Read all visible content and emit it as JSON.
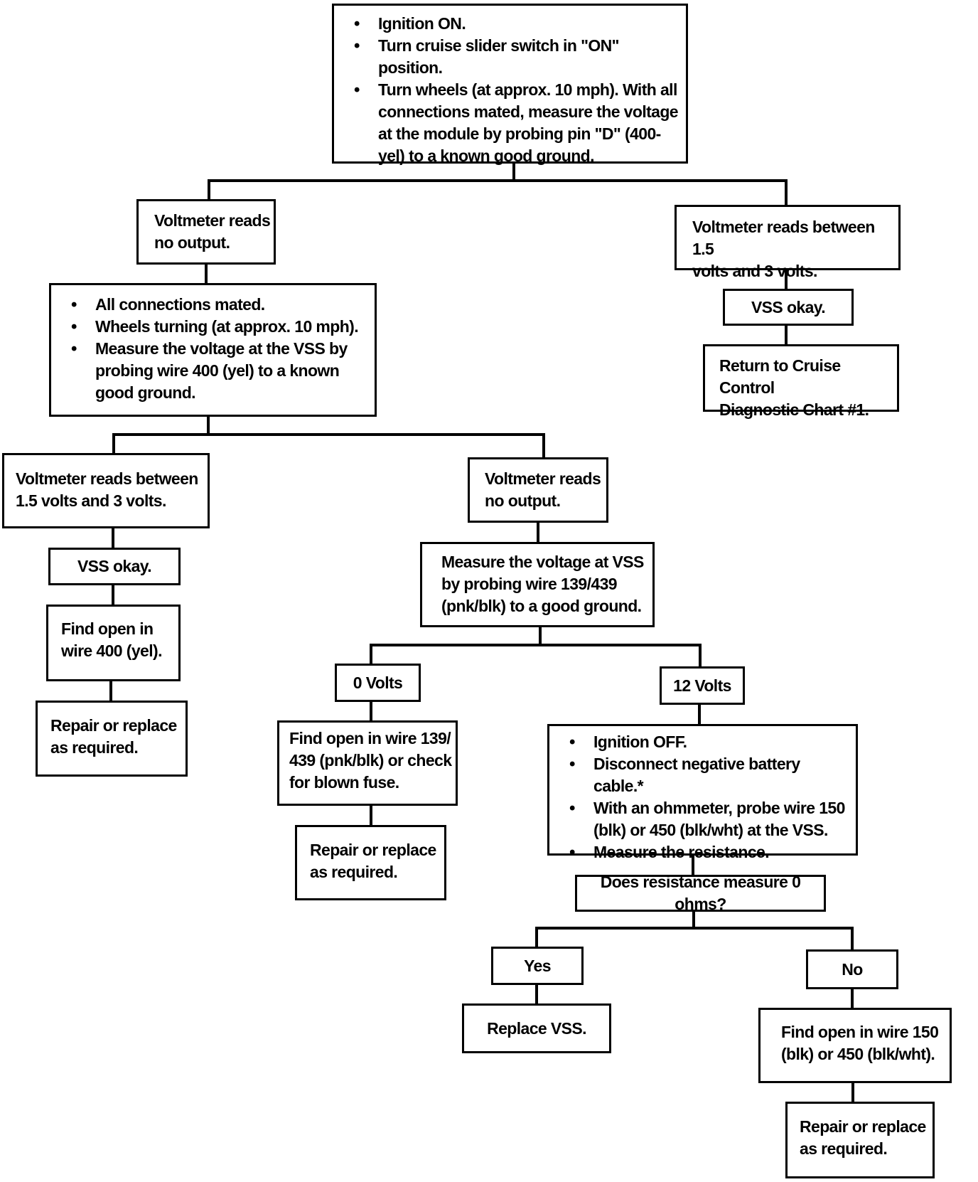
{
  "diagram": {
    "start": {
      "items": [
        "Ignition ON.",
        "Turn cruise slider switch in \"ON\" position.",
        "Turn wheels (at approx. 10 mph). With all connections mated, measure the voltage at the module by probing pin \"D\" (400-yel) to a known good ground."
      ]
    },
    "module_no_output": "Voltmeter reads\nno output.",
    "module_1_5_3_volts": "Voltmeter reads between 1.5\nvolts and 3 volts.",
    "vss_okay_right": "VSS okay.",
    "return_to_chart": "Return to Cruise Control\nDiagnostic Chart #1.",
    "vss_check": {
      "items": [
        "All connections mated.",
        "Wheels turning (at approx. 10 mph).",
        "Measure the voltage at the VSS by probing wire 400 (yel) to a known good ground."
      ]
    },
    "vss_1_5_3_volts": "Voltmeter reads between\n1.5 volts and 3 volts.",
    "vss_no_output": "Voltmeter reads\nno output.",
    "vss_okay_left": "VSS okay.",
    "find_open_400": "Find open in\nwire 400 (yel).",
    "repair_1": "Repair or replace\nas required.",
    "measure_139_439": "Measure the voltage at VSS\nby probing wire 139/439\n(pnk/blk) to a good ground.",
    "zero_volts": "0 Volts",
    "twelve_volts": "12 Volts",
    "find_open_139_439": "Find open in wire 139/\n439 (pnk/blk) or check\nfor blown fuse.",
    "repair_2": "Repair or replace\nas required.",
    "resistance_check": {
      "items": [
        "Ignition OFF.",
        "Disconnect negative battery cable.*",
        "With an ohmmeter, probe wire 150 (blk) or 450 (blk/wht) at the VSS.",
        "Measure the resistance."
      ]
    },
    "question": "Does resistance measure 0 ohms?",
    "yes": "Yes",
    "no": "No",
    "replace_vss": "Replace VSS.",
    "find_open_150_450": "Find open in wire 150\n(blk) or 450 (blk/wht).",
    "repair_3": "Repair or replace\nas required."
  }
}
